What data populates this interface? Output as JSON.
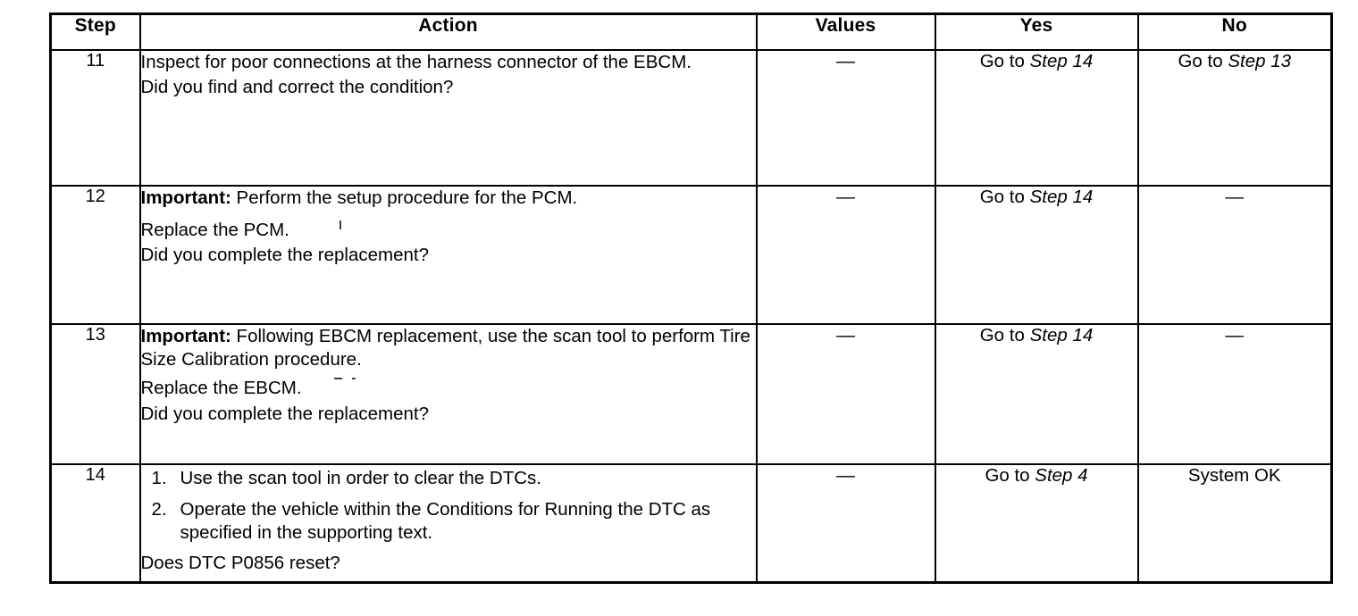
{
  "table": {
    "headers": {
      "step": "Step",
      "action": "Action",
      "values": "Values",
      "yes": "Yes",
      "no": "No"
    },
    "rows": [
      {
        "step": "11",
        "action_lines": [
          "Inspect for poor connections at the harness connector of the EBCM."
        ],
        "question": "Did you find and correct the condition?",
        "values": "—",
        "yes_prefix": "Go to ",
        "yes_ref": "Step 14",
        "no_prefix": "Go to ",
        "no_ref": "Step 13"
      },
      {
        "step": "12",
        "important_label": "Important:",
        "important_text": " Perform the setup procedure for the PCM.",
        "action_lines": [
          "Replace the PCM."
        ],
        "question": "Did you complete the replacement?",
        "values": "—",
        "yes_prefix": "Go to ",
        "yes_ref": "Step 14",
        "no_text": "—"
      },
      {
        "step": "13",
        "important_label": "Important:",
        "important_text": " Following EBCM replacement, use the scan tool to perform Tire Size Calibration procedure.",
        "action_lines": [
          "Replace the EBCM."
        ],
        "question": "Did you complete the replacement?",
        "values": "—",
        "yes_prefix": "Go to ",
        "yes_ref": "Step 14",
        "no_text": "—"
      },
      {
        "step": "14",
        "procedure": [
          {
            "num": "1.",
            "text": "Use the scan tool in order to clear the DTCs."
          },
          {
            "num": "2.",
            "text": "Operate the vehicle within the Conditions for Running the DTC as specified in the supporting text."
          }
        ],
        "question": "Does DTC P0856 reset?",
        "values": "—",
        "yes_prefix": "Go to ",
        "yes_ref": "Step 4",
        "no_text": "System OK"
      }
    ]
  },
  "colors": {
    "ink": "#000000",
    "paper": "#ffffff"
  }
}
